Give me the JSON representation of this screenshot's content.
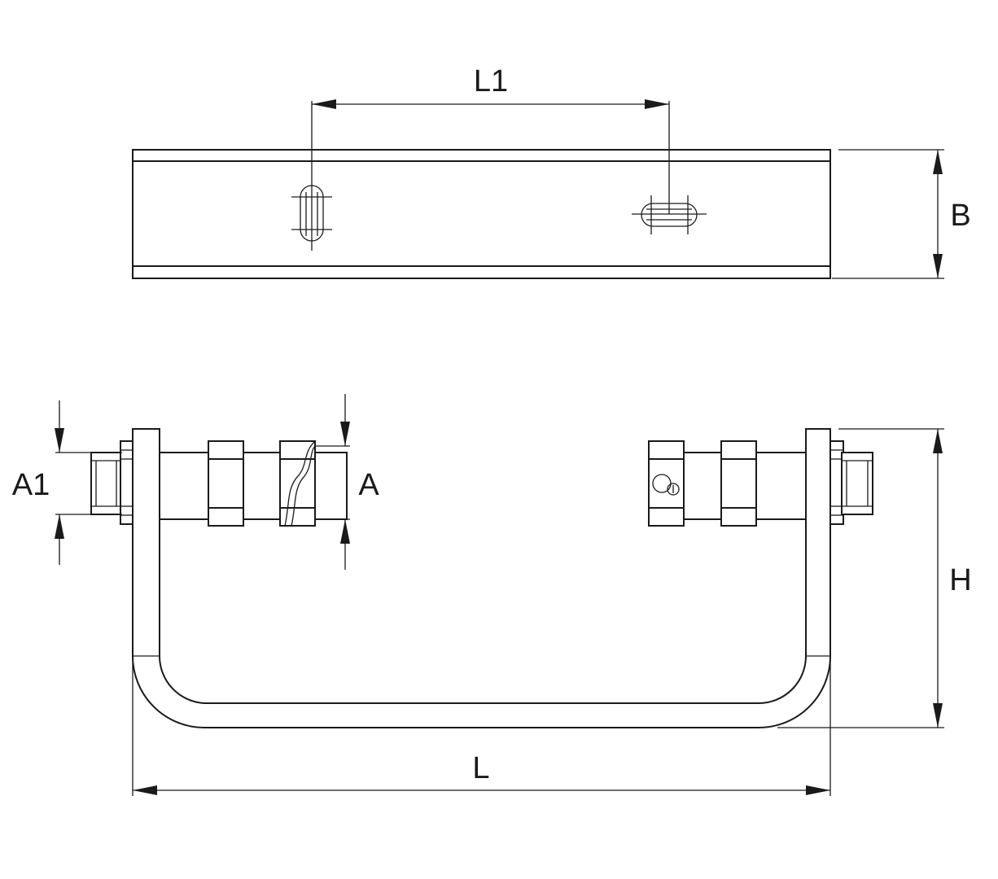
{
  "labels": {
    "L1": "L1",
    "B": "B",
    "A1": "A1",
    "A": "A",
    "H": "H",
    "L": "L"
  }
}
